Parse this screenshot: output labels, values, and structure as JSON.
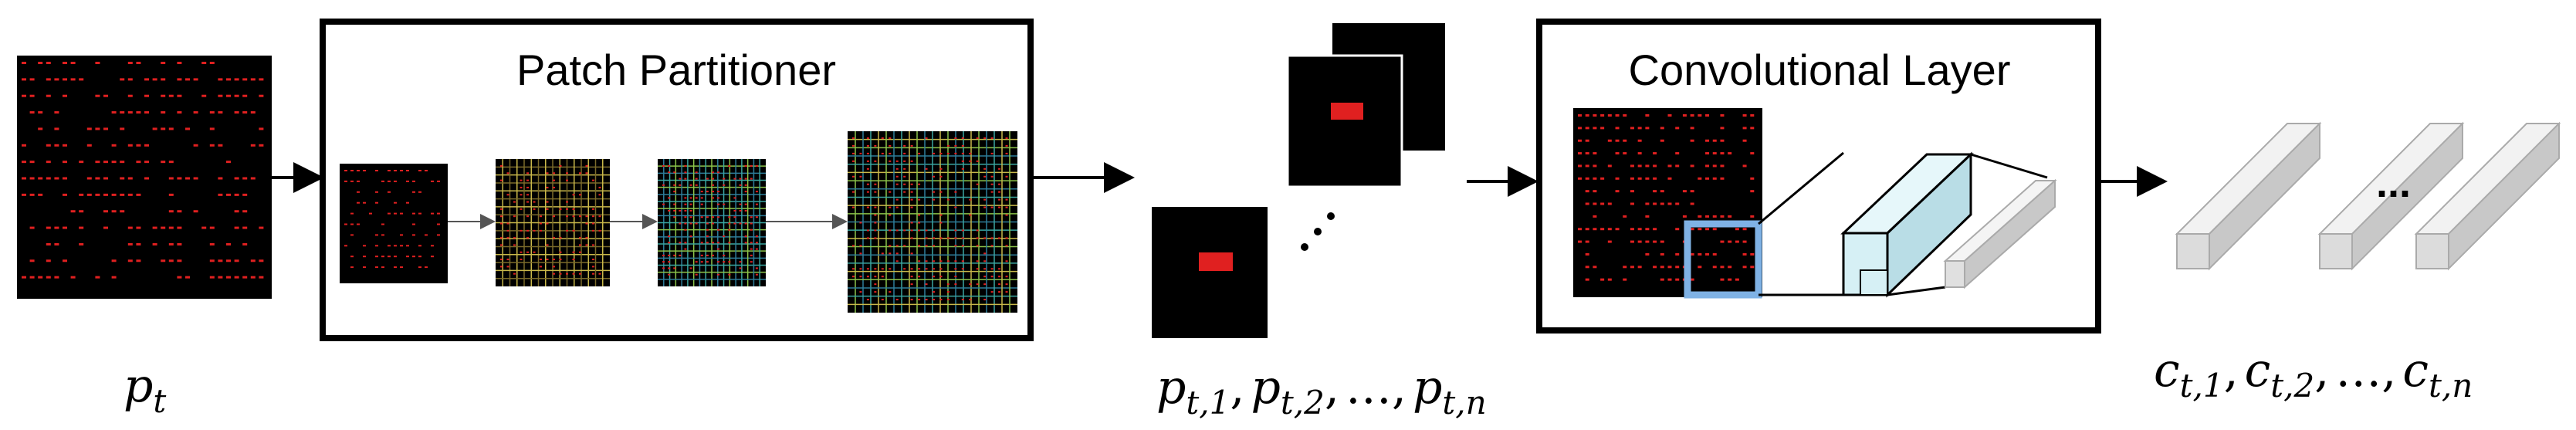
{
  "input_frame": {
    "symbol": "p",
    "subscript": "t"
  },
  "patch_partitioner": {
    "title": "Patch Partitioner"
  },
  "patches": {
    "symbol": "p",
    "subscripts": [
      "t,1",
      "t,2",
      "t,n"
    ],
    "ellipsis": "…",
    "separator": ","
  },
  "convolutional_layer": {
    "title": "Convolutional Layer"
  },
  "outputs": {
    "symbol": "c",
    "subscripts": [
      "t,1",
      "t,2",
      "t,n"
    ],
    "ellipsis": "…",
    "separator": ",",
    "dots": "..."
  },
  "colors": {
    "frame_bg": "#000000",
    "pellet": "#e02020",
    "highlight_box": "#7fb2e5",
    "cuboid_face": "#d6f0f5",
    "bar_top": "#f2f2f2",
    "bar_side": "#c8c8c8",
    "bar_front": "#dcdcdc"
  }
}
